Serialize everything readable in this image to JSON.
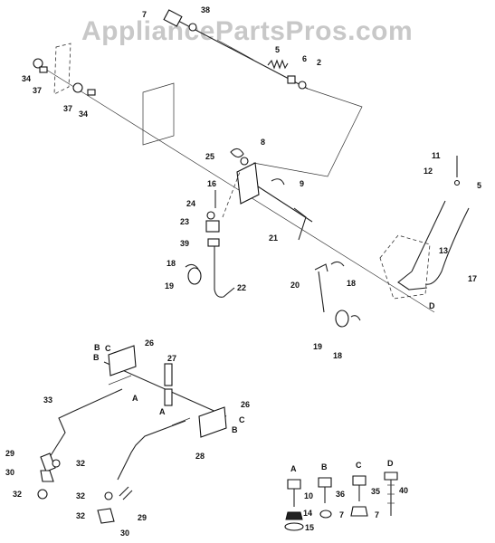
{
  "watermark": "AppliancePartsPros.com",
  "callouts": [
    {
      "text": "7"
    },
    {
      "text": "38"
    },
    {
      "text": "5"
    },
    {
      "text": "6"
    },
    {
      "text": "2"
    },
    {
      "text": "34"
    },
    {
      "text": "37"
    },
    {
      "text": "37"
    },
    {
      "text": "34"
    },
    {
      "text": "25"
    },
    {
      "text": "8"
    },
    {
      "text": "9"
    },
    {
      "text": "11"
    },
    {
      "text": "12"
    },
    {
      "text": "5"
    },
    {
      "text": "13"
    },
    {
      "text": "17"
    },
    {
      "text": "D"
    },
    {
      "text": "16"
    },
    {
      "text": "24"
    },
    {
      "text": "23"
    },
    {
      "text": "39"
    },
    {
      "text": "21"
    },
    {
      "text": "18"
    },
    {
      "text": "19"
    },
    {
      "text": "22"
    },
    {
      "text": "20"
    },
    {
      "text": "18"
    },
    {
      "text": "19"
    },
    {
      "text": "18"
    },
    {
      "text": "B"
    },
    {
      "text": "C"
    },
    {
      "text": "B"
    },
    {
      "text": "26"
    },
    {
      "text": "27"
    },
    {
      "text": "33"
    },
    {
      "text": "A"
    },
    {
      "text": "A"
    },
    {
      "text": "26"
    },
    {
      "text": "C"
    },
    {
      "text": "B"
    },
    {
      "text": "28"
    },
    {
      "text": "29"
    },
    {
      "text": "30"
    },
    {
      "text": "32"
    },
    {
      "text": "32"
    },
    {
      "text": "32"
    },
    {
      "text": "29"
    },
    {
      "text": "32"
    },
    {
      "text": "30"
    },
    {
      "text": "A"
    },
    {
      "text": "B"
    },
    {
      "text": "C"
    },
    {
      "text": "D"
    },
    {
      "text": "10"
    },
    {
      "text": "36"
    },
    {
      "text": "35"
    },
    {
      "text": "40"
    },
    {
      "text": "14"
    },
    {
      "text": "15"
    },
    {
      "text": "7"
    },
    {
      "text": "7"
    }
  ]
}
